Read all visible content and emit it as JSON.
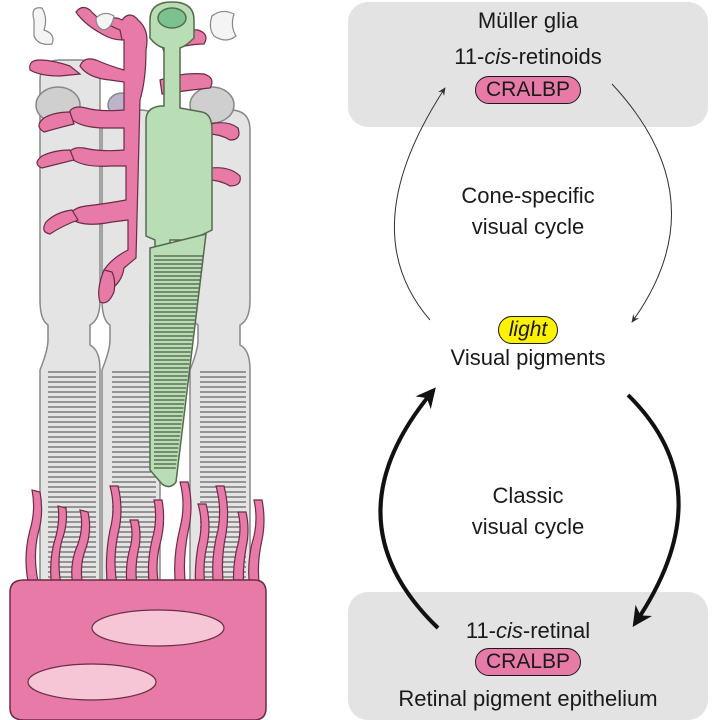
{
  "diagram": {
    "top_box": {
      "title": "Müller glia",
      "retinoid_prefix": "11-",
      "retinoid_italic": "cis",
      "retinoid_suffix": "-retinoids",
      "protein": "CRALBP"
    },
    "cone_cycle": {
      "line1": "Cone-specific",
      "line2": "visual cycle"
    },
    "center": {
      "trigger": "light",
      "label": "Visual pigments"
    },
    "classic_cycle": {
      "line1": "Classic",
      "line2": "visual cycle"
    },
    "bottom_box": {
      "retinal_prefix": "11-",
      "retinal_italic": "cis",
      "retinal_suffix": "-retinal",
      "protein": "CRALBP",
      "title": "Retinal pigment epithelium"
    },
    "colors": {
      "panel": "#e3e3e3",
      "pink": "#e87aa8",
      "light_pink": "#f6c6d6",
      "cone_green": "#b9ddb4",
      "cone_nucleus": "#7cc28e",
      "cell_grey": "#e2e2e2",
      "highlight_yellow": "#fff200"
    }
  }
}
